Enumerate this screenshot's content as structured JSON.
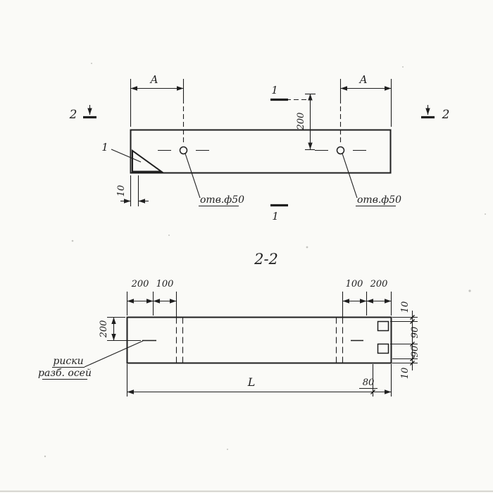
{
  "colors": {
    "paper": "#fafaf7",
    "ink": "#1f1f1f"
  },
  "plan_view": {
    "dim_a": "A",
    "offset_dim": "200",
    "edge_dim": "10",
    "detail_mark": "1",
    "section_mark_1": "1",
    "section_mark_2": "2",
    "hole_label": "отв.ф50"
  },
  "section_view": {
    "title": "2-2",
    "height_dim": "200",
    "top_dims_left": [
      "200",
      "100"
    ],
    "top_dims_right": [
      "100",
      "200"
    ],
    "right_dims": [
      "10",
      "90",
      "90",
      "10"
    ],
    "length_dim": "L",
    "end_dim": "80",
    "axis_note": [
      "риски",
      "разб. осей"
    ]
  }
}
